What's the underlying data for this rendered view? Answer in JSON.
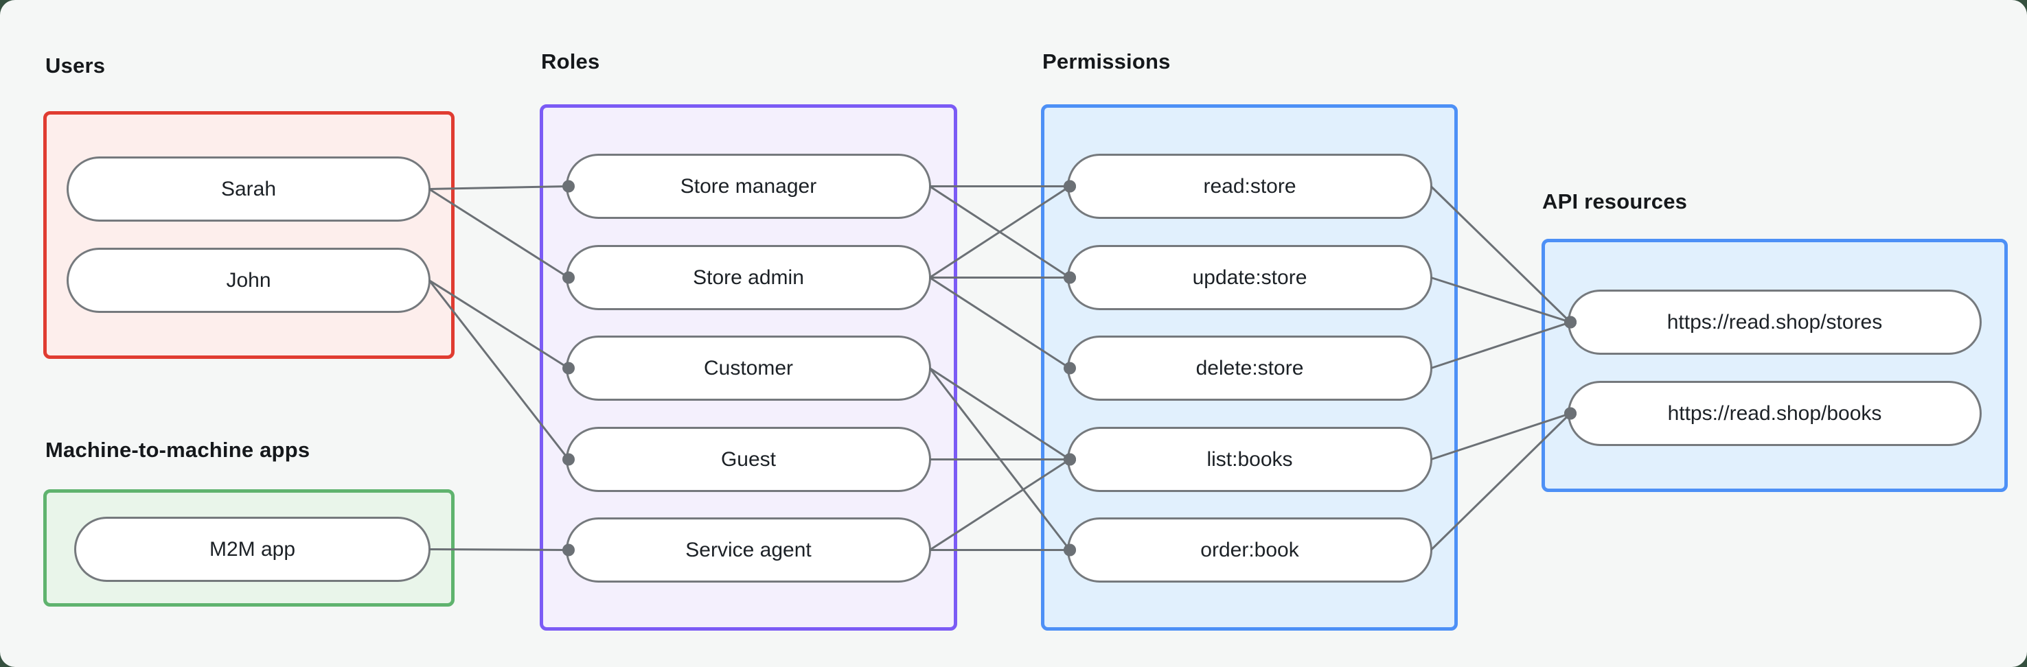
{
  "diagram": {
    "sections": {
      "users": {
        "label": "Users",
        "nodes": [
          {
            "id": "sarah",
            "label": "Sarah"
          },
          {
            "id": "john",
            "label": "John"
          }
        ]
      },
      "m2m": {
        "label": "Machine-to-machine apps",
        "nodes": [
          {
            "id": "m2m_app",
            "label": "M2M app"
          }
        ]
      },
      "roles": {
        "label": "Roles",
        "nodes": [
          {
            "id": "store_manager",
            "label": "Store manager"
          },
          {
            "id": "store_admin",
            "label": "Store admin"
          },
          {
            "id": "customer",
            "label": "Customer"
          },
          {
            "id": "guest",
            "label": "Guest"
          },
          {
            "id": "service_agent",
            "label": "Service agent"
          }
        ]
      },
      "permissions": {
        "label": "Permissions",
        "nodes": [
          {
            "id": "read_store",
            "label": "read:store"
          },
          {
            "id": "update_store",
            "label": "update:store"
          },
          {
            "id": "delete_store",
            "label": "delete:store"
          },
          {
            "id": "list_books",
            "label": "list:books"
          },
          {
            "id": "order_book",
            "label": "order:book"
          }
        ]
      },
      "api_resources": {
        "label": "API resources",
        "nodes": [
          {
            "id": "stores",
            "label": "https://read.shop/stores"
          },
          {
            "id": "books",
            "label": "https://read.shop/books"
          }
        ]
      }
    },
    "edges": [
      {
        "from": "sarah",
        "to": "store_manager"
      },
      {
        "from": "sarah",
        "to": "store_admin"
      },
      {
        "from": "john",
        "to": "customer"
      },
      {
        "from": "john",
        "to": "guest"
      },
      {
        "from": "m2m_app",
        "to": "service_agent"
      },
      {
        "from": "store_manager",
        "to": "read_store"
      },
      {
        "from": "store_manager",
        "to": "update_store"
      },
      {
        "from": "store_admin",
        "to": "read_store"
      },
      {
        "from": "store_admin",
        "to": "update_store"
      },
      {
        "from": "store_admin",
        "to": "delete_store"
      },
      {
        "from": "customer",
        "to": "list_books"
      },
      {
        "from": "customer",
        "to": "order_book"
      },
      {
        "from": "guest",
        "to": "list_books"
      },
      {
        "from": "service_agent",
        "to": "list_books"
      },
      {
        "from": "service_agent",
        "to": "order_book"
      },
      {
        "from": "read_store",
        "to": "stores"
      },
      {
        "from": "update_store",
        "to": "stores"
      },
      {
        "from": "delete_store",
        "to": "stores"
      },
      {
        "from": "list_books",
        "to": "books"
      },
      {
        "from": "order_book",
        "to": "books"
      }
    ],
    "colors": {
      "users-border": "#e03c31",
      "users-fill": "#fdeeec",
      "roles-border": "#7b5bf5",
      "roles-fill": "#f4f0fd",
      "permissions-border": "#4d90f6",
      "permissions-fill": "#e1f0fd",
      "resources-border": "#4d90f6",
      "resources-fill": "#e1f0fd",
      "m2m-border": "#5fb36e",
      "m2m-fill": "#e9f5ea",
      "edge": "#6b7075",
      "pill-border": "#75797d"
    }
  }
}
